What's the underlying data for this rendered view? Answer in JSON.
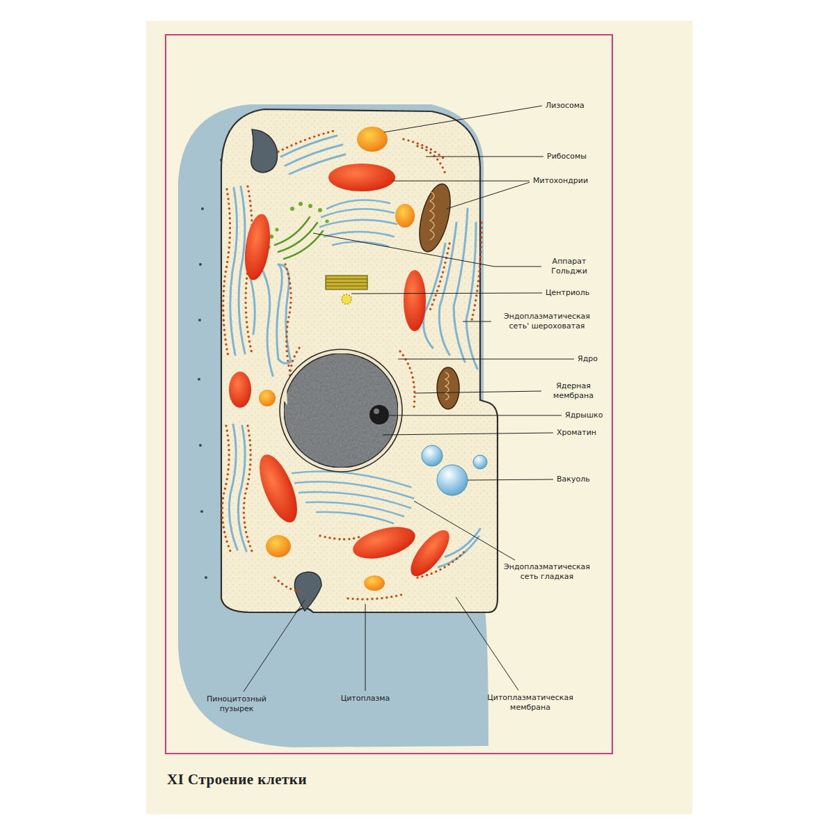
{
  "diagram": {
    "caption": "XI Строение клетки",
    "labels": [
      "Лизосома",
      "Рибосомы",
      "Митохондрии",
      "Аппарат Гольджи",
      "Центриоль",
      "Эндоплазматическая сеть' шероховатая",
      "Ядро",
      "Ядерная мембрана",
      "Ядрышко",
      "Хроматин",
      "Вакуоль",
      "Эндоплазматическая сеть гладкая",
      "Пиноцитозный пузырек",
      "Цитоплазма",
      "Цитоплазматическая мембрана"
    ]
  }
}
